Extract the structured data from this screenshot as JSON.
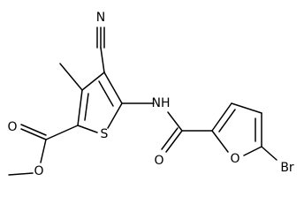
{
  "colors": {
    "background": "#ffffff",
    "bond": "#000000",
    "label": "#000000"
  },
  "atoms": {
    "nitrogen_nitrile": "N",
    "nitrogen_amide": "NH",
    "sulfur": "S",
    "oxygen_ester_carbonyl": "O",
    "oxygen_ester_ether": "O",
    "oxygen_amide": "O",
    "oxygen_furan": "O",
    "bromine": "Br"
  }
}
